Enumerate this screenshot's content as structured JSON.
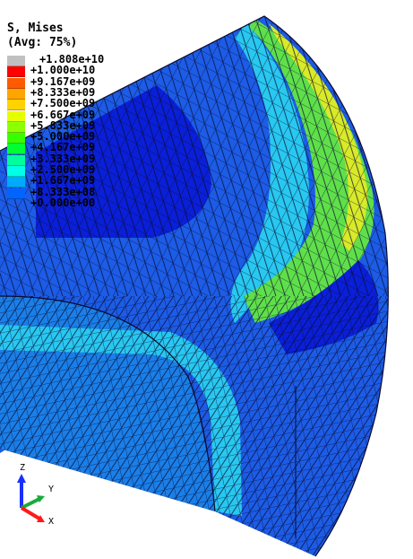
{
  "legend": {
    "title": "S, Mises",
    "subtitle": "(Avg: 75%)",
    "entries": [
      {
        "label": "+1.808e+10",
        "color": "#c0c0c0"
      },
      {
        "label": "+1.000e+10",
        "color": "#ff0000"
      },
      {
        "label": "+9.167e+09",
        "color": "#ff5a00"
      },
      {
        "label": "+8.333e+09",
        "color": "#ffa500"
      },
      {
        "label": "+7.500e+09",
        "color": "#ffd200"
      },
      {
        "label": "+6.667e+09",
        "color": "#e6ff00"
      },
      {
        "label": "+5.833e+09",
        "color": "#8cff00"
      },
      {
        "label": "+5.000e+09",
        "color": "#37ff00"
      },
      {
        "label": "+4.167e+09",
        "color": "#00ff32"
      },
      {
        "label": "+3.333e+09",
        "color": "#00ff9b"
      },
      {
        "label": "+2.500e+09",
        "color": "#00ffe6"
      },
      {
        "label": "+1.667e+09",
        "color": "#00aaff"
      },
      {
        "label": "+8.333e+08",
        "color": "#0064ff"
      },
      {
        "label": "+0.000e+00",
        "color": "#0000ff"
      }
    ]
  },
  "triad": {
    "z_label": "Z",
    "y_label": "Y",
    "x_label": "X",
    "z_color": "#1a2fff",
    "y_color": "#1aaa3a",
    "x_color": "#ff1a1a"
  },
  "model_colors": {
    "deep_blue": "#0a1fd8",
    "mid_blue": "#1c5ce6",
    "light_blue": "#1a7fe8",
    "cyan": "#28c8f0",
    "green": "#5fe04a",
    "yellow": "#d8ea28",
    "mesh_line": "#0a0a30"
  }
}
